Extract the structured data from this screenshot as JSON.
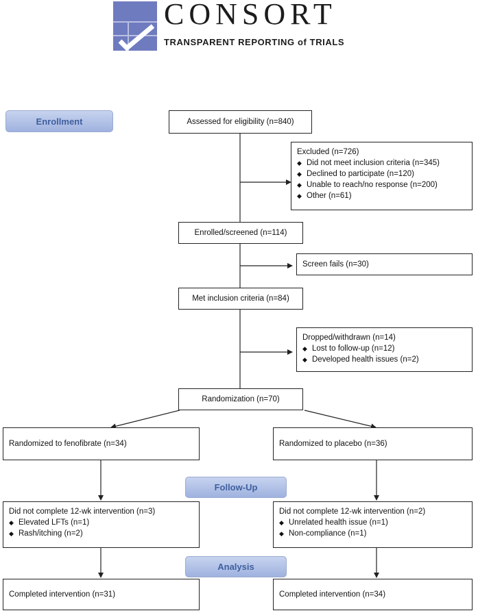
{
  "logo": {
    "wordmark": "CONSORT",
    "subtitle": "TRANSPARENT REPORTING of TRIALS",
    "colors": {
      "square": "#6f7bbf",
      "square_light": "#b9bfe3",
      "check": "#ffffff"
    }
  },
  "stages": {
    "enrollment": "Enrollment",
    "follow_up": "Follow-Up",
    "analysis": "Analysis"
  },
  "boxes": {
    "assessed": "Assessed for eligibility (n=840)",
    "excluded": {
      "header": "Excluded (n=726)",
      "items": [
        "Did not meet inclusion criteria (n=345)",
        "Declined to participate (n=120)",
        "Unable to reach/no response (n=200)",
        "Other (n=61)"
      ]
    },
    "enrolled": "Enrolled/screened (n=114)",
    "screen_fails": "Screen fails (n=30)",
    "met_inclusion": "Met inclusion criteria (n=84)",
    "dropped": {
      "header": "Dropped/withdrawn (n=14)",
      "items": [
        "Lost to follow-up (n=12)",
        "Developed health issues (n=2)"
      ]
    },
    "randomization": "Randomization (n=70)",
    "arm_fenofibrate": "Randomized to fenofibrate (n=34)",
    "arm_placebo": "Randomized to placebo (n=36)",
    "incomplete_fenofibrate": {
      "header": "Did not complete 12-wk intervention (n=3)",
      "items": [
        "Elevated LFTs (n=1)",
        "Rash/itching (n=2)"
      ]
    },
    "incomplete_placebo": {
      "header": "Did not complete 12-wk intervention (n=2)",
      "items": [
        "Unrelated health issue (n=1)",
        "Non-compliance (n=1)"
      ]
    },
    "completed_fenofibrate": "Completed intervention  (n=31)",
    "completed_placebo": "Completed intervention  (n=34)"
  },
  "bullet_glyph": "◆",
  "colors": {
    "stage_text": "#3f5f9e",
    "line": "#222222"
  }
}
